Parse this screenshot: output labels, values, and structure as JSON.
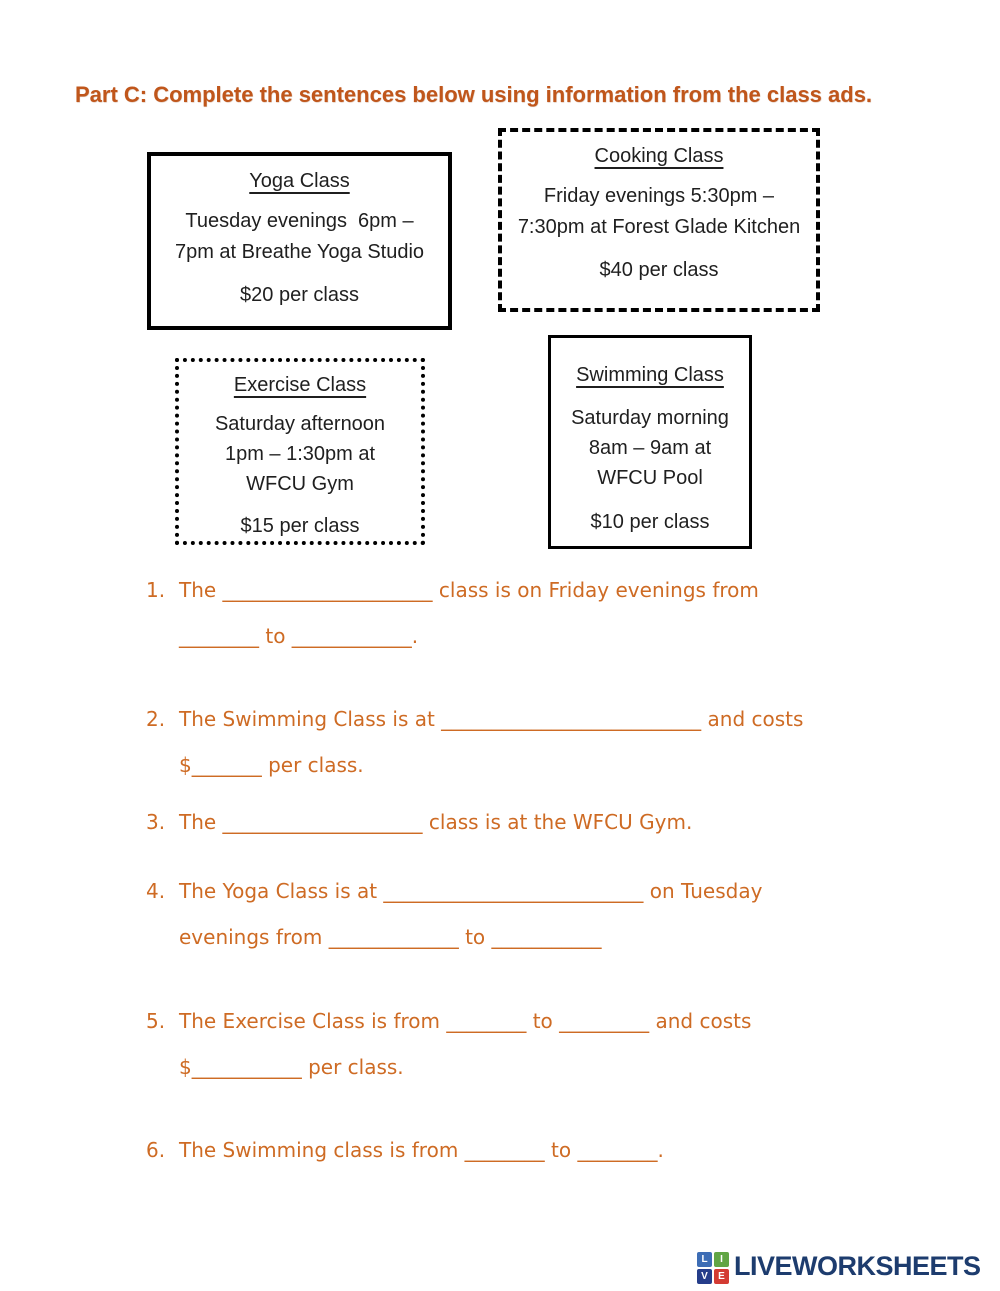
{
  "title": "Part C: Complete the sentences below using information from the class ads.",
  "ads": [
    {
      "name": "Yoga Class",
      "lines": [
        "Tuesday evenings  6pm –",
        "7pm at Breathe Yoga Studio"
      ],
      "price": "$20 per class",
      "border_style": "solid"
    },
    {
      "name": "Cooking Class",
      "lines": [
        "Friday evenings 5:30pm –",
        "7:30pm at Forest Glade Kitchen"
      ],
      "price": "$40 per class",
      "border_style": "dashed"
    },
    {
      "name": "Exercise Class",
      "lines": [
        "Saturday afternoon",
        "1pm – 1:30pm at",
        "WFCU Gym"
      ],
      "price": "$15 per class",
      "border_style": "dotted"
    },
    {
      "name": "Swimming Class",
      "lines": [
        "Saturday morning",
        "8am – 9am at",
        "WFCU Pool"
      ],
      "price": "$10 per class",
      "border_style": "solid"
    }
  ],
  "questions": [
    {
      "num": "1.",
      "lines": [
        "The _____________________ class is on Friday evenings from",
        "________ to ____________."
      ]
    },
    {
      "num": "2.",
      "lines": [
        "The Swimming Class is at __________________________ and costs",
        "$_______ per class."
      ]
    },
    {
      "num": "3.",
      "lines": [
        "The ____________________ class is at the WFCU Gym."
      ]
    },
    {
      "num": "4.",
      "lines": [
        "The Yoga Class is at __________________________ on Tuesday",
        "evenings from _____________ to ___________"
      ]
    },
    {
      "num": "5.",
      "lines": [
        "The Exercise Class is from ________ to _________ and costs",
        "$___________ per class."
      ]
    },
    {
      "num": "6.",
      "lines": [
        "The Swimming class is from ________ to ________."
      ]
    }
  ],
  "footer": {
    "brand": "LIVEWORKSHEETS",
    "brand_color": "#1D3C6E",
    "squares": [
      {
        "letter": "L",
        "color": "#3D6DB5"
      },
      {
        "letter": "I",
        "color": "#61A544"
      },
      {
        "letter": "V",
        "color": "#253D8A"
      },
      {
        "letter": "E",
        "color": "#D33B33"
      }
    ]
  },
  "colors": {
    "title_text": "#C0561B",
    "question_text": "#CE6B24",
    "box_border": "#000000"
  }
}
